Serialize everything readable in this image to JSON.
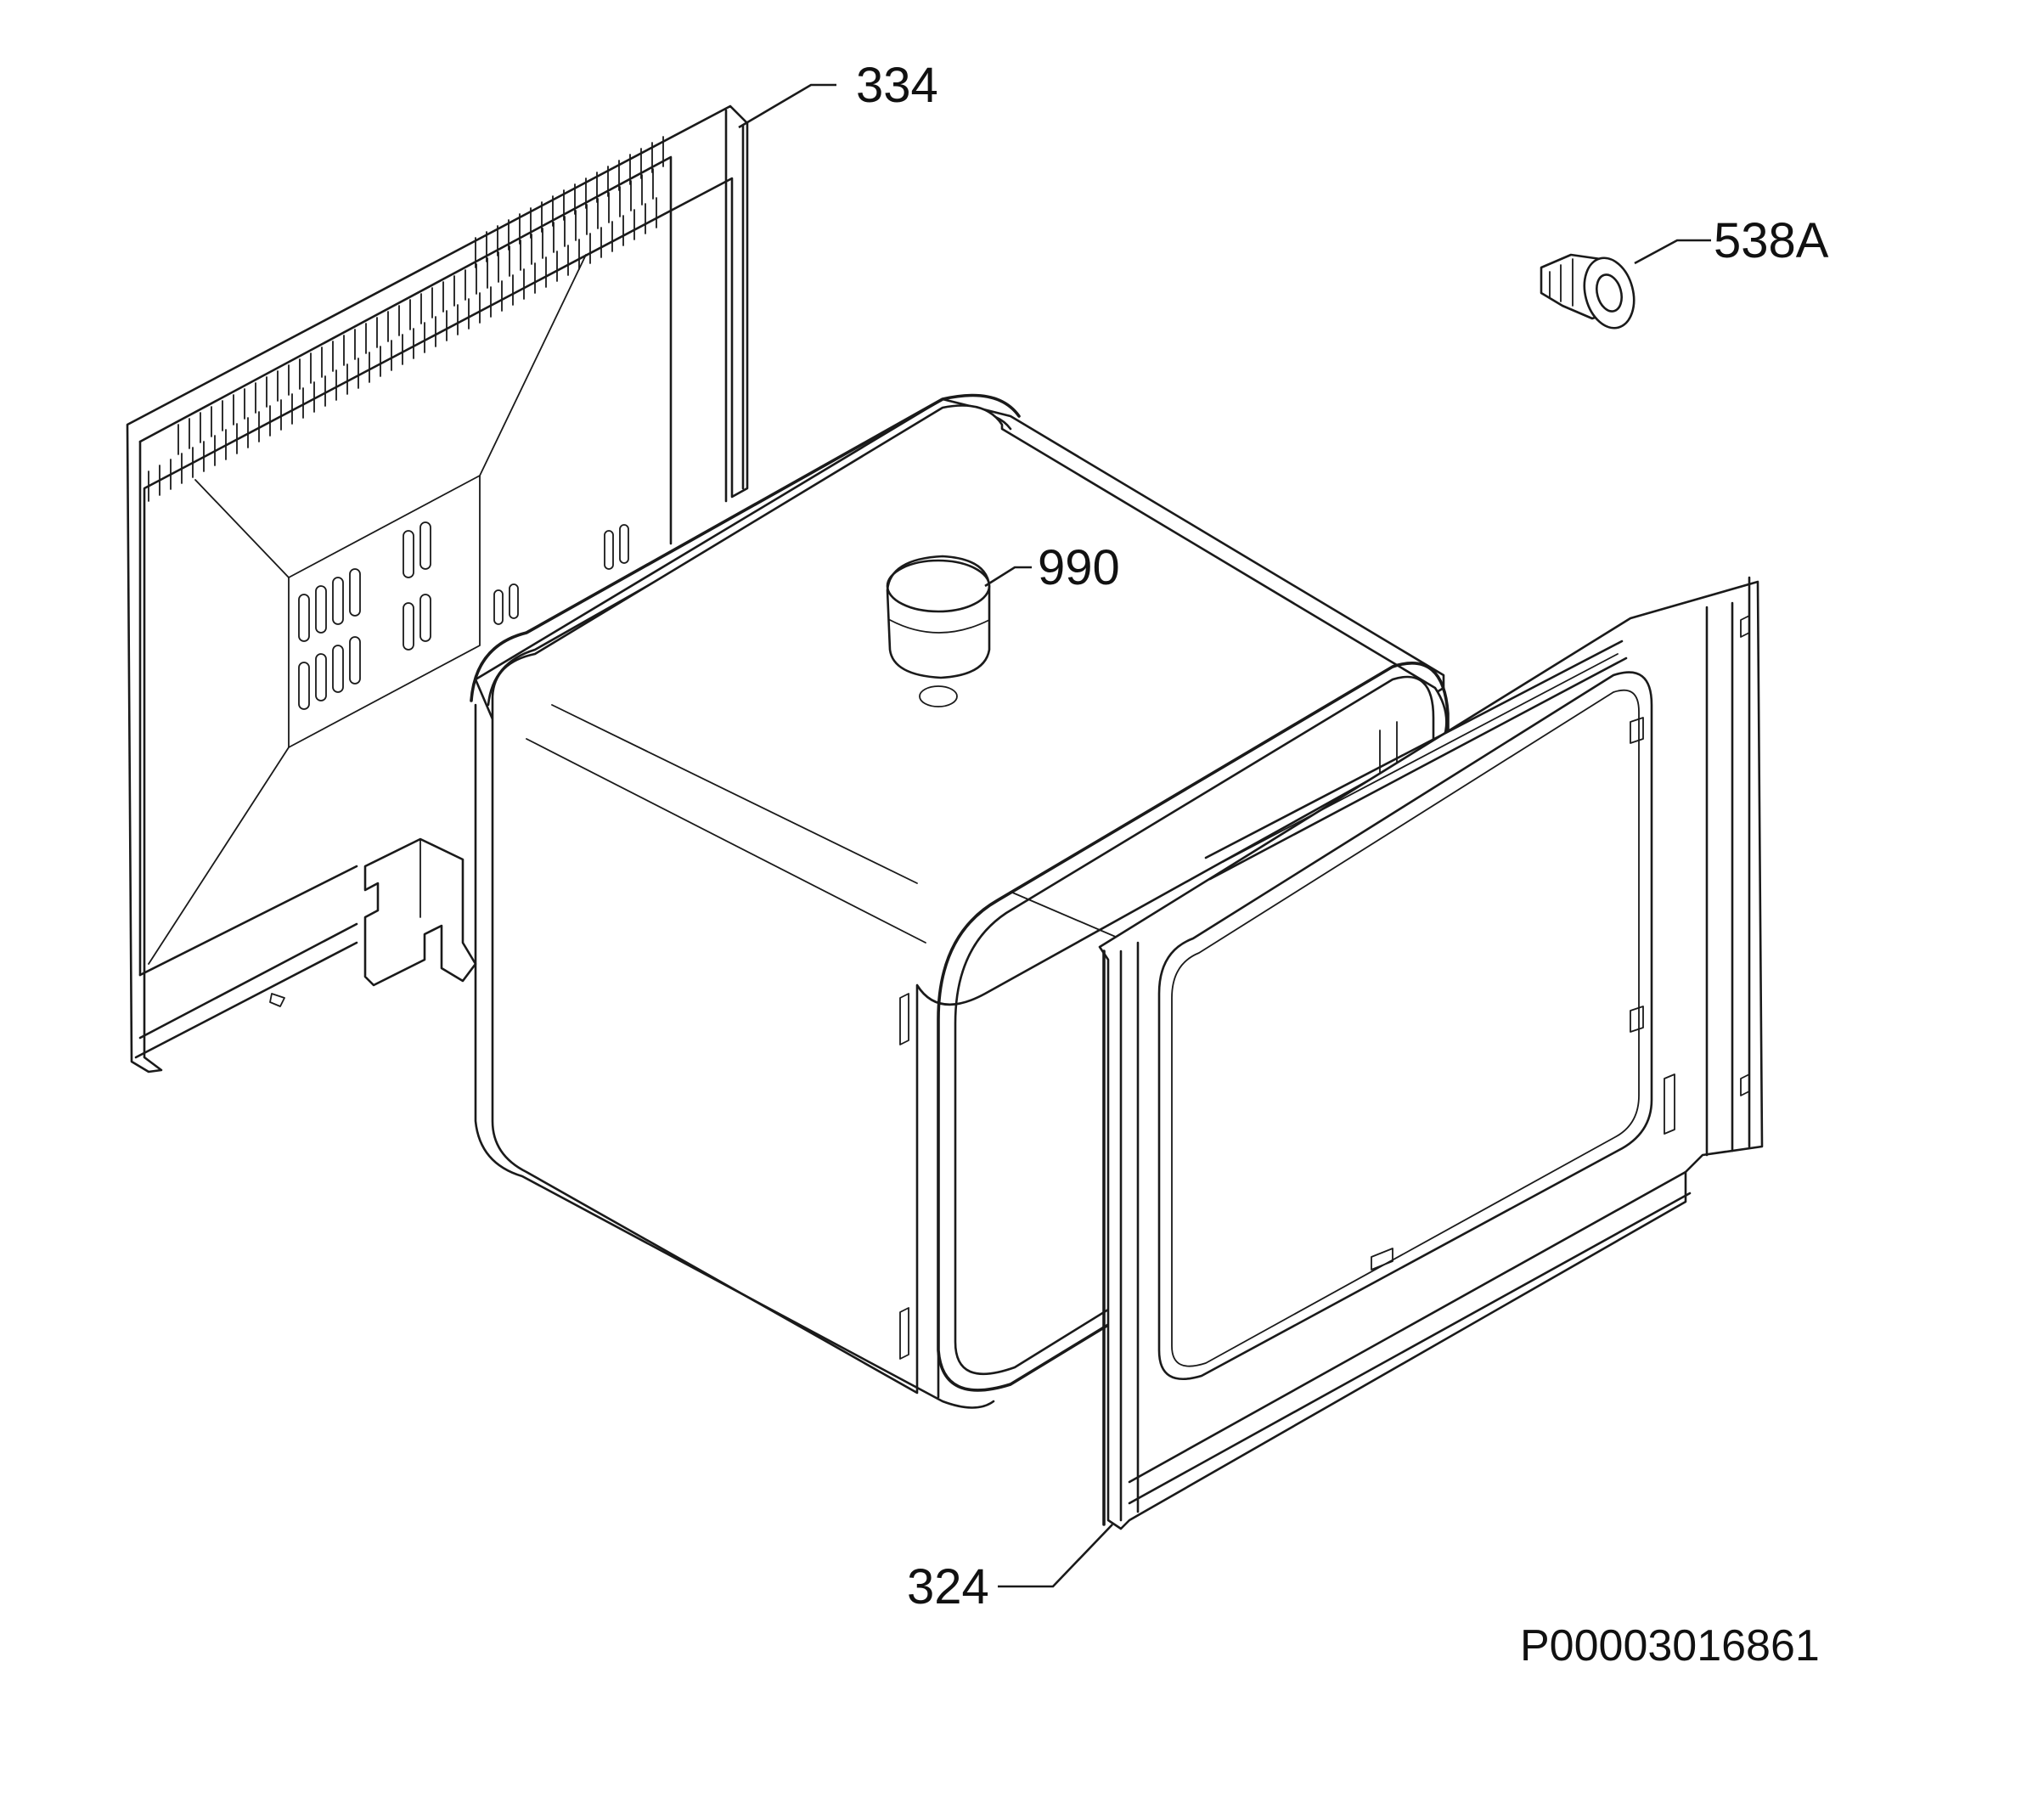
{
  "diagram": {
    "callouts": {
      "rear_panel": "334",
      "lamp_cover": "538A",
      "fan_grommet": "990",
      "door_frame": "324"
    },
    "document_number": "P00003016861"
  },
  "colors": {
    "line": "#1a1a1a",
    "background": "#ffffff"
  }
}
